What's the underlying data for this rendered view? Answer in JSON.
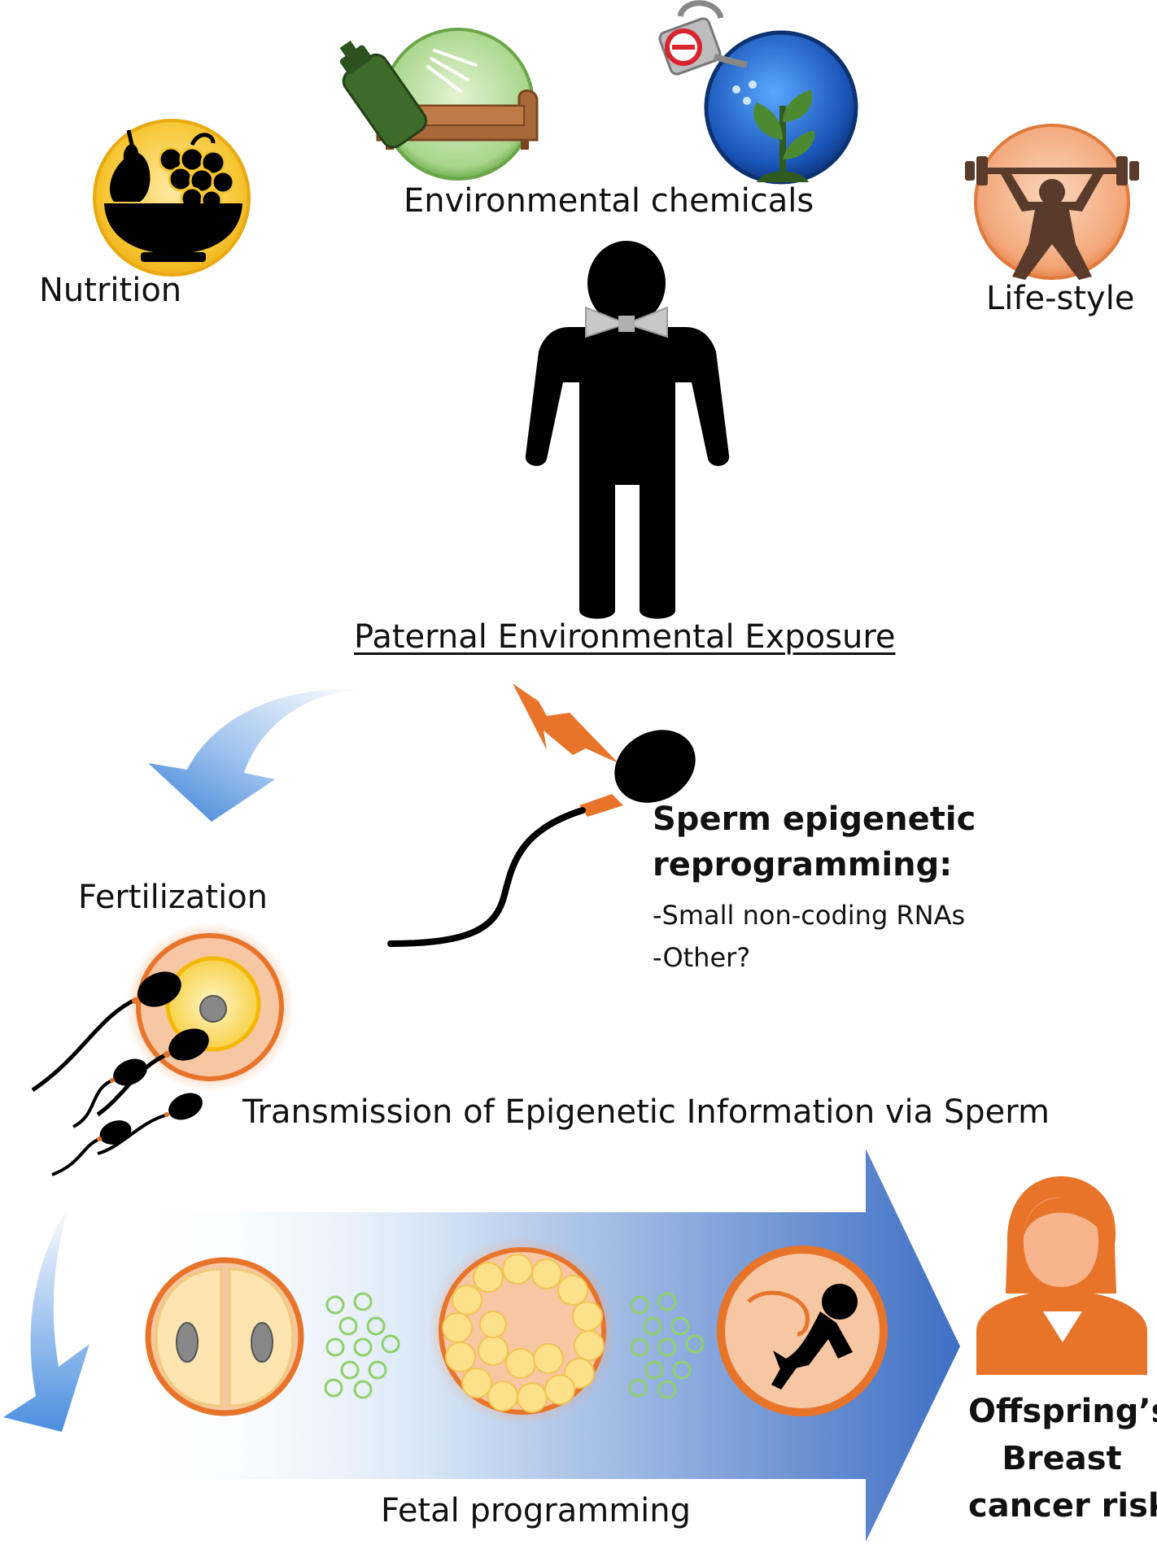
{
  "labels": {
    "nutrition": "Nutrition",
    "environmental_chemicals": "Environmental chemicals",
    "lifestyle": "Life-style",
    "paternal_exposure": "Paternal Environmental Exposure",
    "fertilization": "Fertilization",
    "sperm_title_line1": "Sperm epigenetic",
    "sperm_title_line2": "reprogramming:",
    "sperm_item1": "-Small non-coding RNAs",
    "sperm_item2": "-Other?",
    "transmission": "Transmission of Epigenetic Information via Sperm",
    "fetal_programming": "Fetal programming",
    "offspring_line1": "Offspring’s",
    "offspring_line2": "Breast",
    "offspring_line3": "cancer risk"
  },
  "icons": {
    "nutrition": "fruit-bowl-icon",
    "chemicals_spray": "spray-can-sofa-icon",
    "chemicals_pesticide": "watering-can-plant-icon",
    "lifestyle": "weightlifter-icon",
    "person": "man-silhouette-icon",
    "sperm": "sperm-icon",
    "lightning": "lightning-icon",
    "egg": "egg-cell-icon",
    "two_cell": "two-cell-embryo-icon",
    "blastocyst": "blastocyst-icon",
    "fetus": "fetus-icon",
    "offspring": "female-offspring-icon"
  },
  "colors": {
    "orange": "#e8742a",
    "light_orange": "#f6b98a",
    "peach": "#f7d0b5",
    "yellow_ring": "#f5c23a",
    "green": "#3d6b2a",
    "sofa_brown": "#a9683a",
    "blue_circle": "#1f5fb8",
    "arrow_blue": "#4a78c9",
    "arrow_light": "#c8dcf2",
    "black": "#000000"
  }
}
